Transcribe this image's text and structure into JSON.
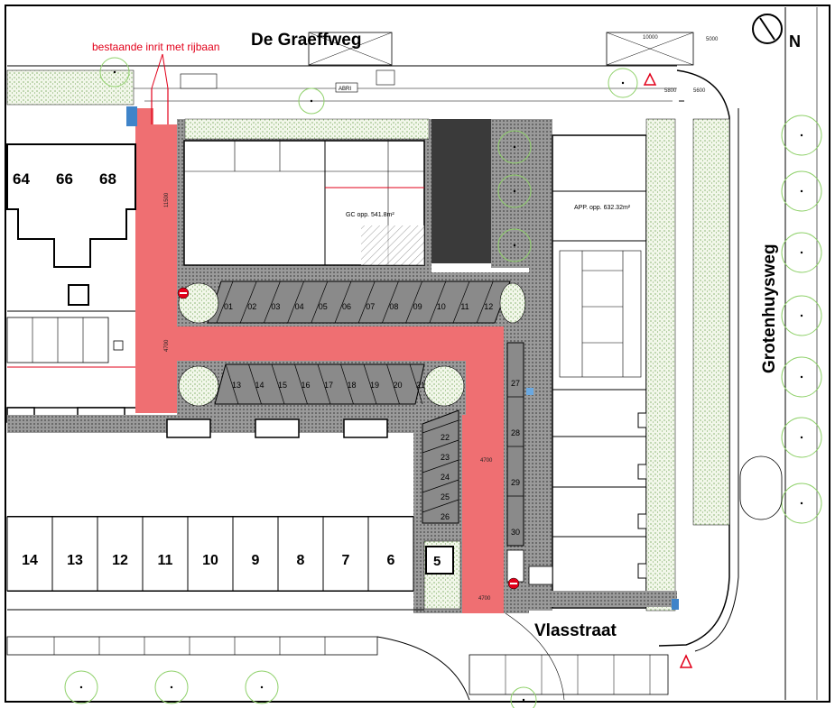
{
  "plan": {
    "streets": {
      "north": "De Graeffweg",
      "east": "Grotenhuysweg",
      "south": "Vlasstraat"
    },
    "compass_label": "N",
    "annotation": "bestaande inrit met rijbaan",
    "areas": {
      "gc": "GC opp. 541.8m²",
      "app": "APP. opp. 632.32m²"
    },
    "existing_houses_north": [
      "64",
      "66",
      "68"
    ],
    "houses_south": [
      "14",
      "13",
      "12",
      "11",
      "10",
      "9",
      "8",
      "7",
      "6"
    ],
    "house_5": "5",
    "parking_row_north": [
      "01",
      "02",
      "03",
      "04",
      "05",
      "06",
      "07",
      "08",
      "09",
      "10",
      "11",
      "12"
    ],
    "parking_row_middle": [
      "13",
      "14",
      "15",
      "16",
      "17",
      "18",
      "19",
      "20",
      "21"
    ],
    "parking_column_sw": [
      "22",
      "23",
      "24",
      "25",
      "26"
    ],
    "parking_column_center": [
      "27",
      "28",
      "29",
      "30"
    ],
    "dimensions": {
      "top_1": "10000",
      "top_2": "5000",
      "right_1": "5800",
      "right_2": "5600",
      "left_1": "11500",
      "left_2": "4700",
      "bottom_1": "4700",
      "bottom_2": "4700"
    },
    "sign_label": "ABRI"
  },
  "colors": {
    "road_red": "#ef6f72",
    "grass_fill": "#e9f1dc",
    "tree_ring": "#8fd16a",
    "pavement": "#8a8a8a"
  }
}
